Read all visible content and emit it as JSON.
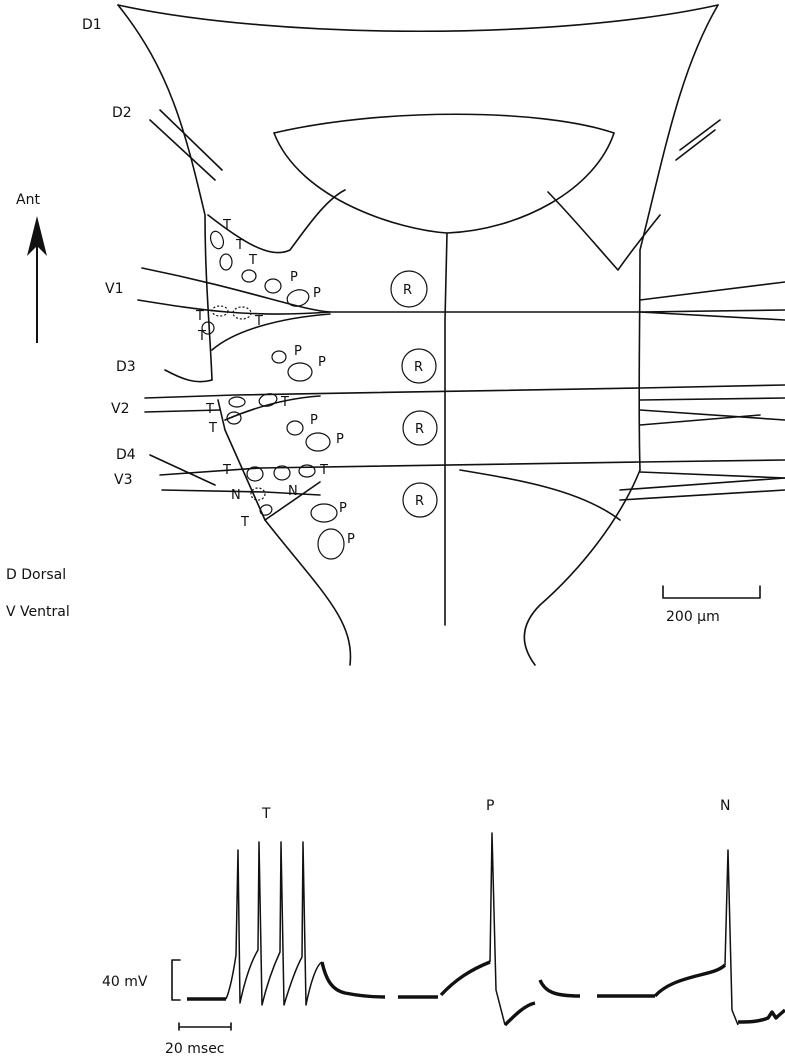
{
  "segment_labels": {
    "d1": "D1",
    "d2": "D2",
    "v1": "V1",
    "d3": "D3",
    "v2": "V2",
    "d4": "D4",
    "v3": "V3"
  },
  "orientation_label": "Ant",
  "legend": {
    "dorsal": "D Dorsal",
    "ventral": "V Ventral"
  },
  "scale_bar": "200 μm",
  "cell_labels": {
    "touch": "T",
    "pressure": "P",
    "nociceptive": "N",
    "retzius": "R"
  },
  "trace_labels": {
    "touch": "T",
    "pressure": "P",
    "nociceptive": "N"
  },
  "voltage_scale": "40 mV",
  "time_scale": "20 msec"
}
